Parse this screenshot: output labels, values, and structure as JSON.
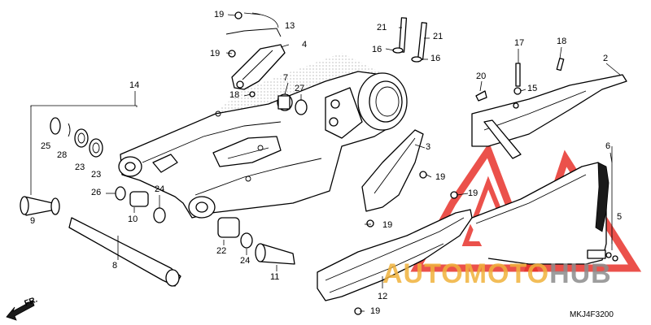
{
  "diagram_code": "MKJ4F3200",
  "direction_label": "FR.",
  "watermark": {
    "part1": "AUTOMOTO",
    "part2": "HUB"
  },
  "colors": {
    "watermark_red": "#e8322c",
    "watermark_orange": "#f0b23c",
    "watermark_gray": "#8c8c8c"
  },
  "callouts": {
    "c19a": "19",
    "c13": "13",
    "c4": "4",
    "c19b": "19",
    "c21a": "21",
    "c21b": "21",
    "c16a": "16",
    "c16b": "16",
    "c17": "17",
    "c18a": "18",
    "c2": "2",
    "c20": "20",
    "c15": "15",
    "c14": "14",
    "c7": "7",
    "c18b": "18",
    "c27": "27",
    "c25": "25",
    "c28": "28",
    "c23a": "23",
    "c23b": "23",
    "c26": "26",
    "c10": "10",
    "c24a": "24",
    "c9": "9",
    "c3": "3",
    "c19c": "19",
    "c19d": "19",
    "c19e": "19",
    "c6": "6",
    "c5": "5",
    "c8": "8",
    "c22": "22",
    "c24b": "24",
    "c11": "11",
    "c12": "12",
    "c19f": "19"
  }
}
